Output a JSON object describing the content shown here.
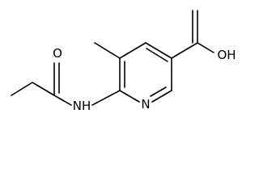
{
  "molecule": {
    "atom_labels": {
      "carbonyl_oxygen": "O",
      "acid_hydroxyl": "OH",
      "ring_nitrogen": "N",
      "amide_nitrogen": "NH"
    }
  }
}
